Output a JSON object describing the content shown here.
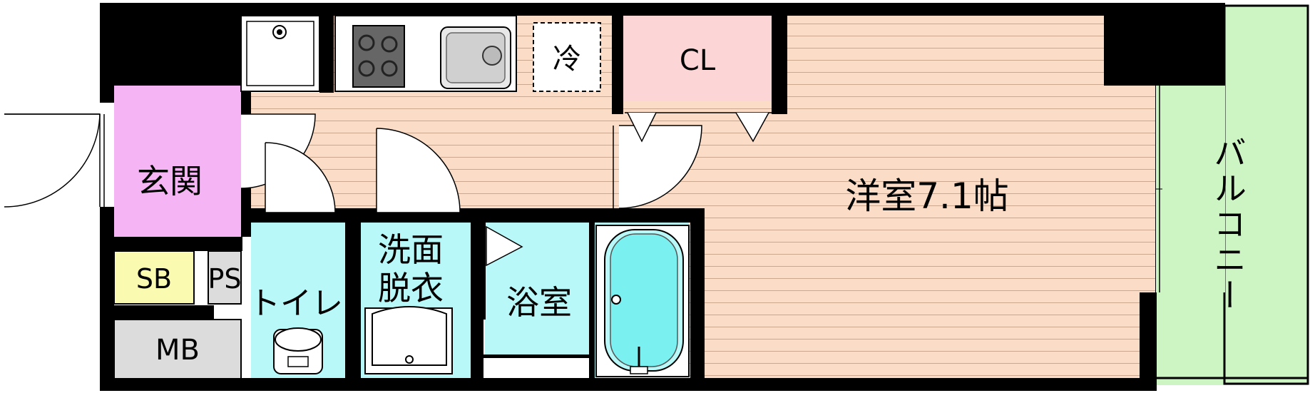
{
  "rooms": {
    "western_room": "洋室7.1帖",
    "entrance": "玄関",
    "closet": "CL",
    "fridge": "冷",
    "toilet": "トイレ",
    "washroom": "洗面\n脱衣",
    "washroom_line1": "洗面",
    "washroom_line2": "脱衣",
    "bathroom": "浴室",
    "balcony": "バルコニー",
    "shoe_box": "SB",
    "pipe_space": "PS",
    "meter_box": "MB"
  },
  "colors": {
    "floor_wood": "#fbdcc6",
    "closet_fill": "#fcd6d6",
    "entrance_fill": "#f5b4f4",
    "water_fill": "#b8f8f8",
    "balcony_fill": "#cdf5c3",
    "shoe_box_fill": "#fafab0",
    "utility_fill": "#dcdcdc",
    "wall": "#000000"
  }
}
